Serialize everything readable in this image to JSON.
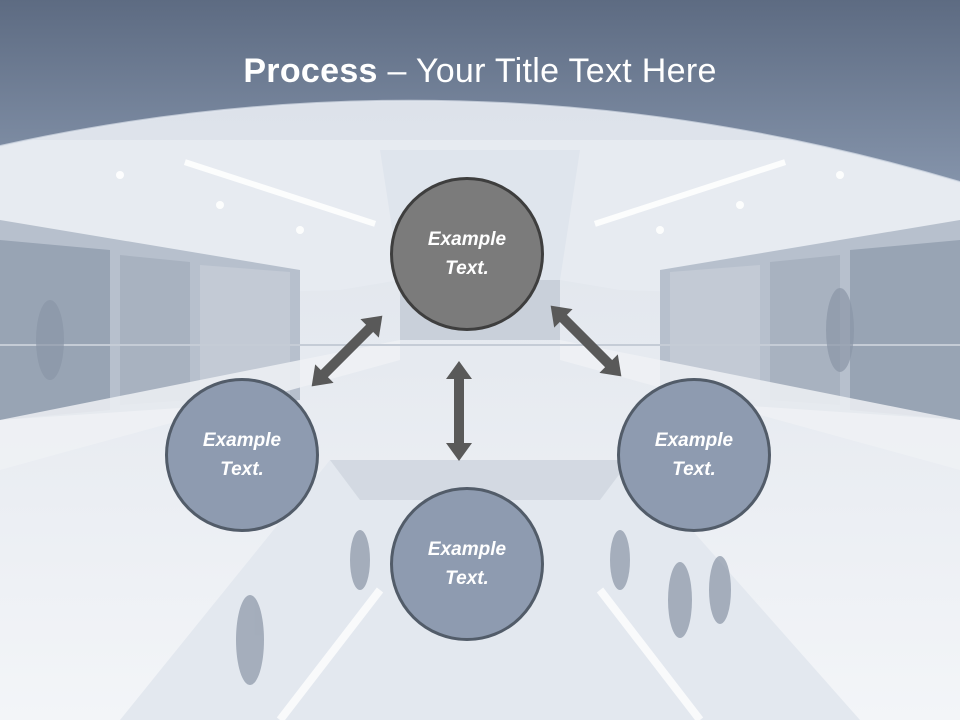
{
  "title": {
    "bold": "Process",
    "rest": " – Your Title Text Here"
  },
  "nodes": {
    "top": "Example\nText.",
    "left": "Example\nText.",
    "right": "Example\nText.",
    "bottom": "Example\nText."
  },
  "colors": {
    "header_band": "#6f7f97",
    "center_fill": "#7b7b7b",
    "outer_fill": "#8e9bb0",
    "arrow": "#595959"
  }
}
